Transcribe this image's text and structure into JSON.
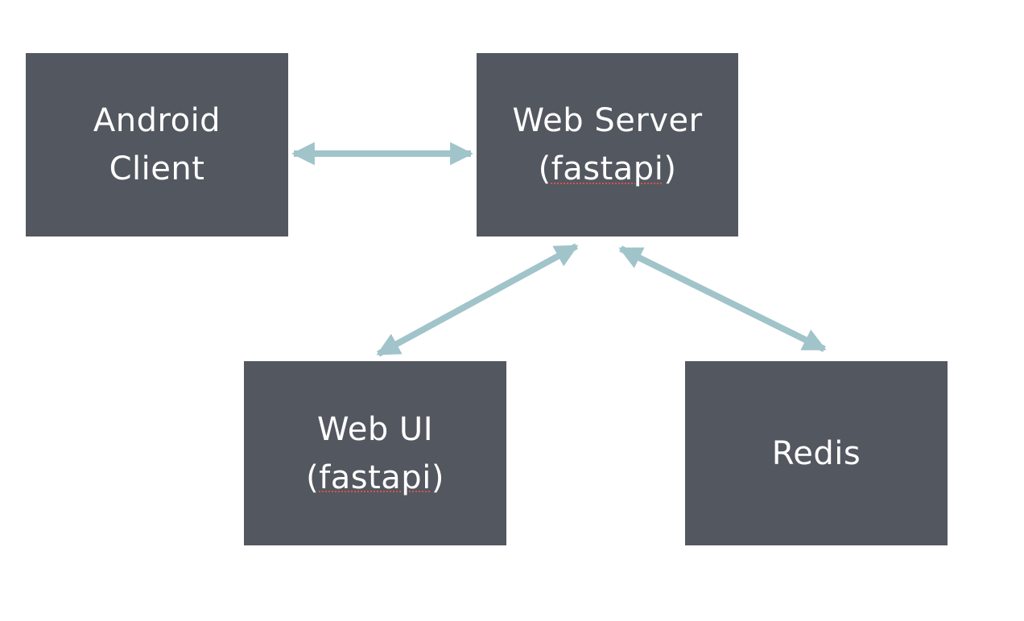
{
  "colors": {
    "box_fill": "#53575f",
    "box_text": "#ffffff",
    "connector": "#a0c4c9",
    "spellcheck_underline": "#d9534f"
  },
  "nodes": {
    "android_client": {
      "line1": "Android",
      "line2": "Client"
    },
    "web_server": {
      "line1": "Web Server",
      "line2_open": "(",
      "line2_word": "fastapi",
      "line2_close": ")"
    },
    "web_ui": {
      "line1": "Web UI",
      "line2_open": "(",
      "line2_word": "fastapi",
      "line2_close": ")"
    },
    "redis": {
      "line1": "Redis"
    }
  },
  "edges": [
    {
      "from": "Android Client",
      "to": "Web Server",
      "direction": "bidirectional"
    },
    {
      "from": "Web Server",
      "to": "Web UI",
      "direction": "bidirectional"
    },
    {
      "from": "Web Server",
      "to": "Redis",
      "direction": "bidirectional"
    }
  ]
}
